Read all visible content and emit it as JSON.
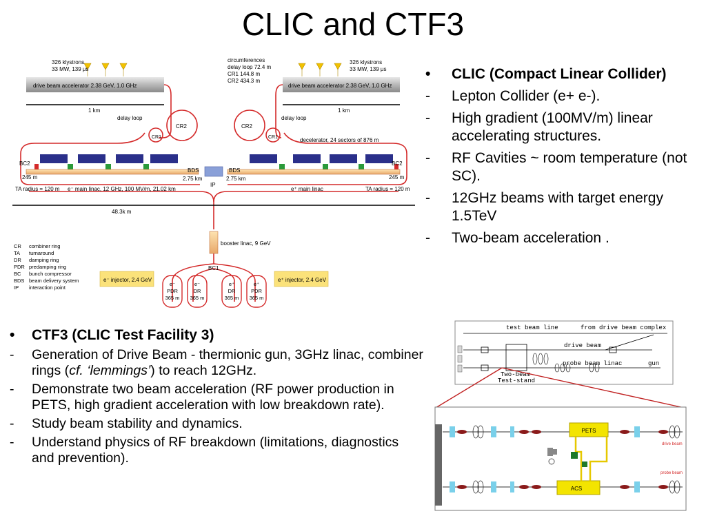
{
  "slide": {
    "title": "CLIC and CTF3"
  },
  "clic_bullets": {
    "head": "CLIC (Compact Linear Collider)",
    "items": [
      "Lepton Collider (e+ e-).",
      "High gradient (100MV/m) linear accelerating structures.",
      "RF Cavities ~ room temperature (not SC).",
      "12GHz beams with target energy 1.5TeV",
      "Two-beam acceleration ."
    ],
    "bullet": "•",
    "dash": "-"
  },
  "ctf3_bullets": {
    "head": "CTF3 (CLIC Test Facility 3)",
    "items": [
      "Generation of Drive Beam - thermionic gun, 3GHz linac, combiner rings (",
      "Demonstrate two beam acceleration (RF power production in PETS, high gradient acceleration with low breakdown rate).",
      "Study beam stability and dynamics.",
      "Understand physics of RF breakdown (limitations, diagnostics and prevention)."
    ],
    "item1_italic": "cf. ‘lemmings’",
    "item1_tail": ") to reach 12GHz."
  },
  "clic_diagram": {
    "klystrons_left": "326 klystrons",
    "klystrons_left_2": "33 MW, 139 μs",
    "klystrons_right": "326 klystrons",
    "klystrons_right_2": "33 MW, 139 μs",
    "drive_acc_left": "drive beam accelerator 2.38 GeV, 1.0 GHz",
    "drive_acc_right": "drive beam accelerator 2.38 GeV, 1.0 GHz",
    "km_left": "1 km",
    "km_right": "1 km",
    "circ_1": "circumferences",
    "circ_2": "delay loop 72.4 m",
    "circ_3": "CR1 144.8 m",
    "circ_4": "CR2 434.3 m",
    "delay_loop_left": "delay loop",
    "delay_loop_right": "delay loop",
    "cr2_left": "CR2",
    "cr1_left": "CR1",
    "cr2_right": "CR2",
    "cr1_right": "CR1",
    "decelerator": "decelerator, 24 sectors of 876 m",
    "bc2_left": "BC2",
    "bc2_right": "BC2",
    "bds_left": "BDS",
    "bds_left_2": "2.75 km",
    "bds_right": "BDS",
    "bds_right_2": "2.75 km",
    "ip": "IP",
    "m245_left": "245 m",
    "m245_right": "245 m",
    "ta_left": "TA radius = 120 m",
    "ta_right": "TA radius = 120 m",
    "main_linac_left": "e⁻ main linac, 12 GHz, 100 MV/m, 21.02 km",
    "main_linac_right": "e⁺ main linac",
    "total_length": "48.3k m",
    "booster": "booster linac, 9 GeV",
    "bc1": "BC1",
    "inj_left": "e⁻ injector, 2.4 GeV",
    "inj_right": "e⁺ injector, 2.4 GeV",
    "legend": [
      [
        "CR",
        "combiner ring"
      ],
      [
        "TA",
        "turnaround"
      ],
      [
        "DR",
        "damping ring"
      ],
      [
        "PDR",
        "predamping ring"
      ],
      [
        "BC",
        "bunch compressor"
      ],
      [
        "BDS",
        "beam delivery system"
      ],
      [
        "IP",
        "interaction point"
      ]
    ],
    "rings": [
      [
        "e⁻",
        "PDR",
        "365 m"
      ],
      [
        "e⁻",
        "DR",
        "365 m"
      ],
      [
        "e⁺",
        "DR",
        "365 m"
      ],
      [
        "e⁺",
        "PDR",
        "365 m"
      ]
    ]
  },
  "ctf3_diagram": {
    "test_beam_line": "test beam line",
    "from_drive": "from drive beam complex",
    "drive_beam": "drive beam",
    "probe_linac": "probe beam linac",
    "gun": "gun",
    "two_beam_1": "Two-beam",
    "two_beam_2": "Test-stand"
  },
  "teststand_diagram": {
    "pets": "PETS",
    "acs": "ACS",
    "drive_beam": "drive beam",
    "probe_beam": "probe beam"
  }
}
